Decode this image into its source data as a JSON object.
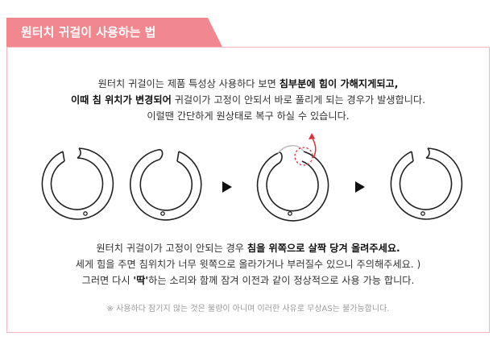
{
  "header": {
    "title": "원터치 귀걸이 사용하는 법",
    "color": "#f2888f"
  },
  "intro": {
    "line1": {
      "pre": "원터치 귀걸이는 제품 특성상 사용하다 보면 ",
      "bold": "침부분에 힘이 가해지게되고,"
    },
    "line2": {
      "bold": "이때 침 위치가 변경되어",
      "post": " 귀걸이가 고정이 안되서 바로 풀리게 되는 경우가 발생합니다."
    },
    "line3": "이럴땐 간단하게 원상태로 복구 하실 수 있습니다."
  },
  "steps": [
    {
      "name": "earring-closed-original"
    },
    {
      "name": "earring-pin-misaligned"
    },
    {
      "name": "earring-fix-push-up"
    },
    {
      "name": "earring-fixed"
    }
  ],
  "instructions": {
    "line1": {
      "pre": "원터치 귀걸이가 고정이 안되는 경우 ",
      "bold": "침을 위쪽으로 살짝 당겨 올려주세요."
    },
    "line2": "세게 힘을 주면 침위치가 너무 윗쪽으로 올라가거나 부러질수 있으니 주의해주세요. )",
    "line3": {
      "pre": "그러면 다시 ",
      "bold": "'딱'",
      "post": "하는 소리와 함께 잠겨 이전과 같이 정상적으로 사용 가능 합니다."
    }
  },
  "notice": "※ 사용하다 잠기지 않는 것은 불량이 아니며 이러한 사유로 무상AS는 불가능합니다.",
  "colors": {
    "accent": "#f2888f",
    "frame": "#f4b6bb",
    "arrow_red": "#e0303a"
  }
}
